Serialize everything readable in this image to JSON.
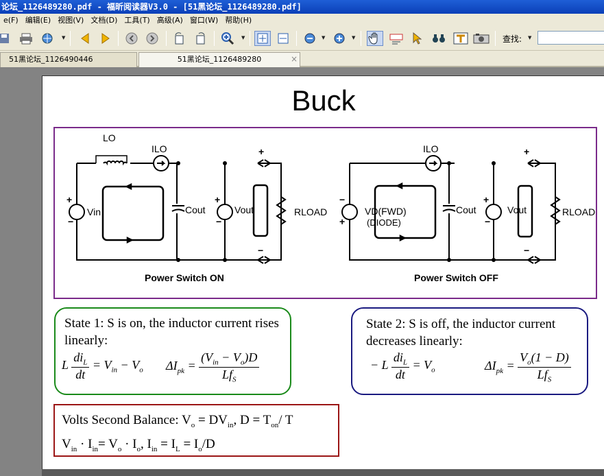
{
  "window": {
    "title": "论坛_1126489280.pdf - 福昕阅读器V3.0 - [51黑论坛_1126489280.pdf]"
  },
  "menu": [
    "e(F)",
    "编辑(E)",
    "视图(V)",
    "文档(D)",
    "工具(T)",
    "高级(A)",
    "窗口(W)",
    "帮助(H)"
  ],
  "toolbar": {
    "find_label": "查找:",
    "find_value": ""
  },
  "tabs": [
    {
      "label": "51黑论坛_1126490446"
    },
    {
      "label": "51黑论坛_1126489280"
    }
  ],
  "tab_close": "×",
  "slide": {
    "title": "Buck",
    "labels": {
      "lo": "LO",
      "ilo": "ILO",
      "vin": "Vin",
      "cout": "Cout",
      "vout": "Vout",
      "rload": "RLOAD",
      "vd": "VD(FWD)",
      "diode": "(DIODE)",
      "plus": "+",
      "minus": "−",
      "on": "Power Switch ON",
      "off": "Power Switch OFF"
    },
    "state1": {
      "text": "State 1: S is on, the inductor current rises linearly:"
    },
    "state2": {
      "text": "State 2: S is off, the inductor current decreases linearly:"
    },
    "f": {
      "L": "L",
      "diL": "di",
      "sL": "L",
      "dt": "dt",
      "eq": "=",
      "Vin": "V",
      "in": "in",
      "minus": "−",
      "Vo": "V",
      "o": "o",
      "dI": "ΔI",
      "pk": "pk",
      "num1": "(V",
      "num1b": "− V",
      "num1c": ")D",
      "Lf": "Lf",
      "S": "S",
      "negL": "− L",
      "num2": "V",
      "num2b": "(1 − D)"
    },
    "balance": {
      "l1a": "Volts Second Balance: V",
      "l1s": "o",
      "l1b": " = DV",
      "l1s2": "in",
      "l1c": ",   D = T",
      "l1s3": "on",
      "l1d": "/ T",
      "l2a": "V",
      "l2s": "in",
      "l2b": " · I",
      "l2s2": "in",
      "l2c": "= V",
      "l2s3": "o",
      "l2d": " · I",
      "l2s4": "o",
      "l2e": ",    I",
      "l2s5": "in",
      "l2f": " = I",
      "l2s6": "L",
      "l2g": " = I",
      "l2s7": "o",
      "l2h": "/D"
    }
  }
}
